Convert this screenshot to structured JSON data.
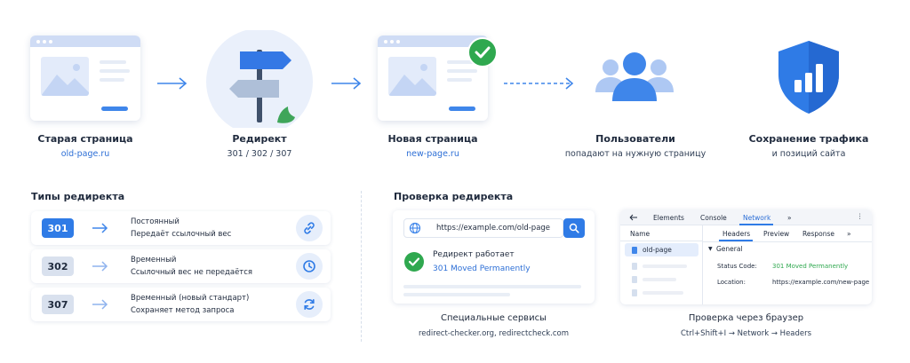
{
  "flow": {
    "old_page": {
      "title": "Старая страница",
      "subtitle": "old-page.ru"
    },
    "redirect": {
      "title": "Редирект",
      "subtitle": "301 / 302 / 307"
    },
    "new_page": {
      "title": "Новая страница",
      "subtitle": "new-page.ru"
    },
    "users": {
      "title": "Пользователи",
      "subtitle": "попадают на нужную страницу"
    },
    "traffic": {
      "title": "Сохранение трафика",
      "subtitle": "и позиций сайта"
    }
  },
  "types_section": {
    "heading": "Типы редиректа",
    "items": [
      {
        "code": "301",
        "name": "Постоянный",
        "description": "Передаёт ссылочный вес",
        "icon": "link-icon"
      },
      {
        "code": "302",
        "name": "Временный",
        "description": "Ссылочный вес не передаётся",
        "icon": "clock-icon"
      },
      {
        "code": "307",
        "name": "Временный (новый стандарт)",
        "description": "Сохраняет метод запроса",
        "icon": "refresh-icon"
      }
    ]
  },
  "check_section": {
    "heading": "Проверка редиректа",
    "url_value": "https://example.com/old-page",
    "result_title": "Редирект работает",
    "result_status": "301 Moved Permanently",
    "services_title": "Специальные сервисы",
    "services_list": "redirect-checker.org, redirectcheck.com"
  },
  "devtools": {
    "tabs": [
      "Elements",
      "Console",
      "Network",
      "»"
    ],
    "active_tab": "Network",
    "name_header": "Name",
    "file": "old-page",
    "subtabs": [
      "Headers",
      "Preview",
      "Response",
      "»"
    ],
    "general_label": "General",
    "status_label": "Status Code:",
    "status_value": "301 Moved Permanently",
    "location_label": "Location:",
    "location_value": "https://example.com/new-page",
    "title": "Проверка через браузер",
    "path": "Ctrl+Shift+I → Network → Headers"
  },
  "colors": {
    "accent": "#2f7be6",
    "success": "#2fa84f",
    "muted_badge": "#d9e1ee"
  }
}
